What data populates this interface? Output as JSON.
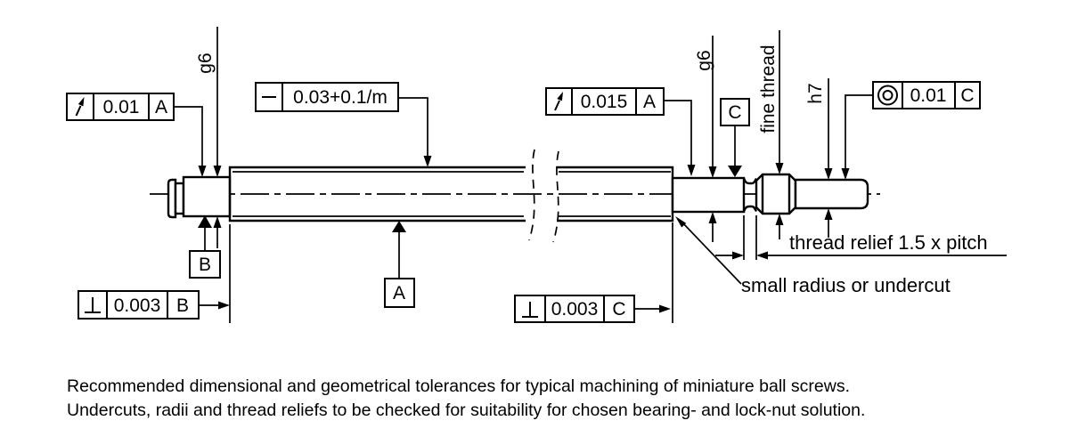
{
  "frames": {
    "runout_left": {
      "symbol": "circular-runout",
      "value": "0.01",
      "datum": "A"
    },
    "straightness": {
      "symbol": "straightness",
      "value": "0.03+0.1/m"
    },
    "runout_right": {
      "symbol": "circular-runout",
      "value": "0.015",
      "datum": "A"
    },
    "concentricity": {
      "symbol": "concentricity",
      "value": "0.01",
      "datum": "C"
    },
    "perp_b": {
      "symbol": "perpendicularity",
      "value": "0.003",
      "datum": "B"
    },
    "perp_c": {
      "symbol": "perpendicularity",
      "value": "0.003",
      "datum": "C"
    }
  },
  "datums": {
    "a": "A",
    "b": "B",
    "c": "C"
  },
  "fit_labels": {
    "g6_left": "g6",
    "g6_right": "g6",
    "fine_thread": "fine thread",
    "h7": "h7"
  },
  "annotations": {
    "thread_relief": "thread relief 1.5 x pitch",
    "small_radius": "small radius or undercut"
  },
  "caption": {
    "line1": "Recommended dimensional and geometrical tolerances for typical machining of miniature ball screws.",
    "line2": "Undercuts, radii and thread reliefs to be checked for suitability for chosen bearing- and lock-nut solution."
  },
  "colors": {
    "line": "#000000",
    "background": "#ffffff"
  }
}
